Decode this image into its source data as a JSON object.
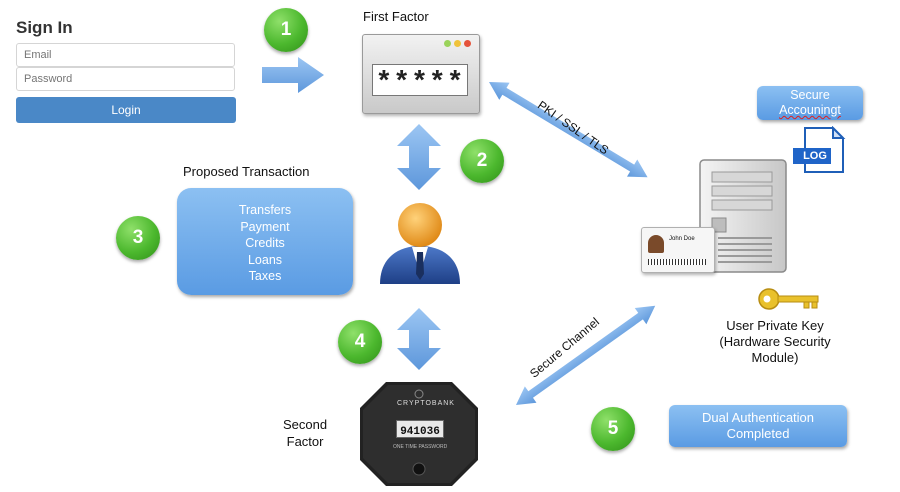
{
  "signin": {
    "title": "Sign In",
    "email_placeholder": "Email",
    "password_placeholder": "Password",
    "login_label": "Login"
  },
  "steps": [
    "1",
    "2",
    "3",
    "4",
    "5"
  ],
  "first_factor": {
    "label": "First Factor",
    "masked": "*****"
  },
  "channel_labels": {
    "pki": "PKI / SSL / TLS",
    "secure": "Secure Channel"
  },
  "proposed": {
    "title": "Proposed Transaction",
    "items": [
      "Transfers",
      "Payment",
      "Credits",
      "Loans",
      "Taxes"
    ]
  },
  "second_factor": {
    "label_line1": "Second",
    "label_line2": "Factor",
    "brand": "CRYPTOBANK",
    "code": "941036",
    "footer": "ONE TIME PASSWORD"
  },
  "secure_accounting": {
    "line1": "Secure",
    "line2": "Accouningt",
    "log": "LOG"
  },
  "server": {
    "id_name": "John Doe"
  },
  "private_key": {
    "line1": "User Private Key",
    "line2": "(Hardware Security",
    "line3": "Module)"
  },
  "dual_auth": {
    "line1": "Dual Authentication",
    "line2": "Completed"
  },
  "colors": {
    "arrow_blue": "#6fa8e8",
    "step_green": "#4cb82e",
    "box_blue": "#6aa7ea",
    "login_button": "#4a88c7"
  }
}
